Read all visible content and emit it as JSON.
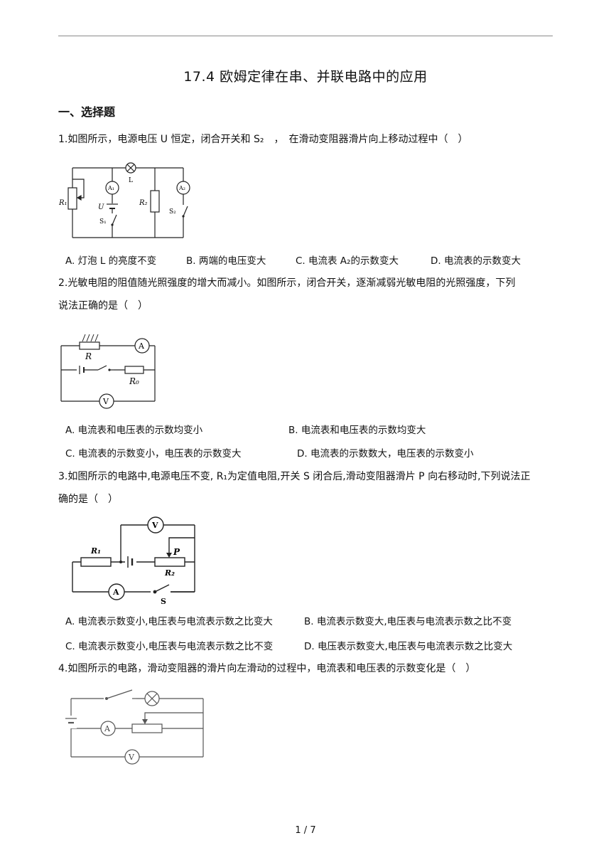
{
  "doc": {
    "title": "17.4 欧姆定律在串、并联电路中的应用",
    "section": "一、选择题",
    "footer": "1 / 7"
  },
  "q1": {
    "stem": "1.如图所示，电源电压 U 恒定，闭合开关和 S₂　，　在滑动变阻器滑片向上移动过程中（　）",
    "options": [
      "A. 灯泡 L 的亮度不变",
      "B. 两端的电压变大",
      "C. 电流表 A₂的示数变大",
      "D. 电流表的示数变大"
    ],
    "fig_labels": {
      "r1": "R₁",
      "u": "U",
      "s1": "S₁",
      "l": "L",
      "r2": "R₂",
      "s2": "S₂",
      "a1": "A₁",
      "a2": "A₂"
    }
  },
  "q2": {
    "stem_line1": "2.光敏电阻的阻值随光照强度的增大而减小。如图所示，闭合开关，逐渐减弱光敏电阻的光照强度，下列",
    "stem_line2": "说法正确的是（　）",
    "options": [
      "A. 电流表和电压表的示数均变小",
      "B. 电流表和电压表的示数均变大",
      "C. 电流表的示数变小，电压表的示数变大",
      "D. 电流表的示数数大，电压表的示数变小"
    ],
    "fig_labels": {
      "r": "R",
      "r0": "R₀",
      "a": "A",
      "v": "V"
    }
  },
  "q3": {
    "stem_line1": "3.如图所示的电路中,电源电压不变, R₁为定值电阻,开关 S 闭合后,滑动变阻器滑片 P 向右移动时,下列说法正",
    "stem_line2": "确的是（　）",
    "options": [
      "A. 电流表示数变小,电压表与电流表示数之比变大",
      "B. 电流表示数变大,电压表与电流表示数之比不变",
      "C. 电流表示数变小,电压表与电流表示数之比不变",
      "D. 电压表示数变大,电压表与电流表示数之比变大"
    ],
    "fig_labels": {
      "r1": "R₁",
      "r2": "R₂",
      "p": "P",
      "s": "S",
      "a": "A",
      "v": "V"
    }
  },
  "q4": {
    "stem": "4.如图所示的电路，滑动变阻器的滑片向左滑动的过程中，电流表和电压表的示数变化是（　）",
    "fig_labels": {
      "a": "A",
      "v": "V"
    }
  }
}
